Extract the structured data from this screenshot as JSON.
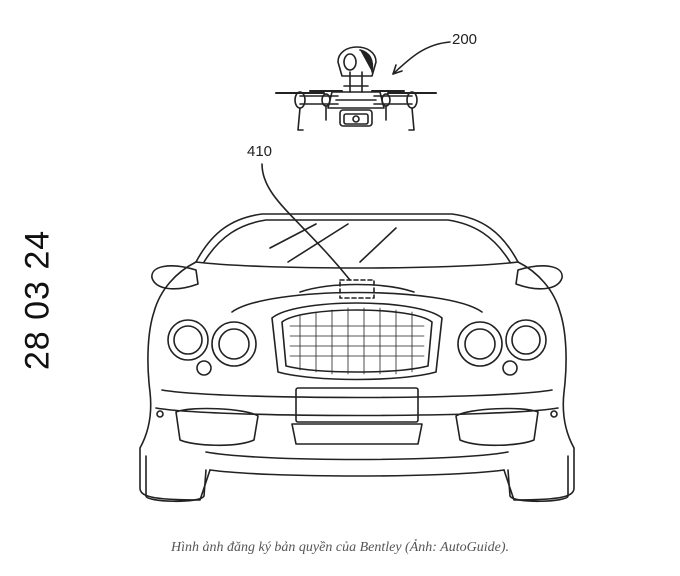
{
  "figure": {
    "reference_labels": {
      "drone": "200",
      "target": "410"
    },
    "side_label": "28 03 24"
  },
  "caption": "Hình ảnh đăng ký bản quyền của Bentley (Ảnh: AutoGuide).",
  "colors": {
    "line": "#222222",
    "caption_text": "#555555",
    "background": "#ffffff"
  },
  "icons": {
    "drone": "drone-icon",
    "car": "car-icon"
  }
}
